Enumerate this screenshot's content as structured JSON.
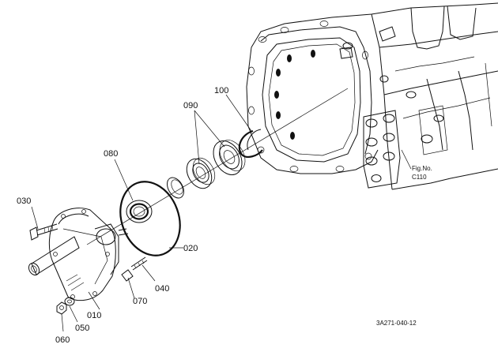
{
  "diagram": {
    "callouts": [
      {
        "id": "c100",
        "text": "100"
      },
      {
        "id": "c090",
        "text": "090"
      },
      {
        "id": "c080",
        "text": "080"
      },
      {
        "id": "c030",
        "text": "030"
      },
      {
        "id": "c020",
        "text": "020"
      },
      {
        "id": "c040",
        "text": "040"
      },
      {
        "id": "c070",
        "text": "070"
      },
      {
        "id": "c010",
        "text": "010"
      },
      {
        "id": "c050",
        "text": "050"
      },
      {
        "id": "c060",
        "text": "060"
      }
    ],
    "fig_ref": {
      "line1": "Fig.No.",
      "line2": "C110"
    },
    "drawing_code": "3A271-040-12"
  }
}
